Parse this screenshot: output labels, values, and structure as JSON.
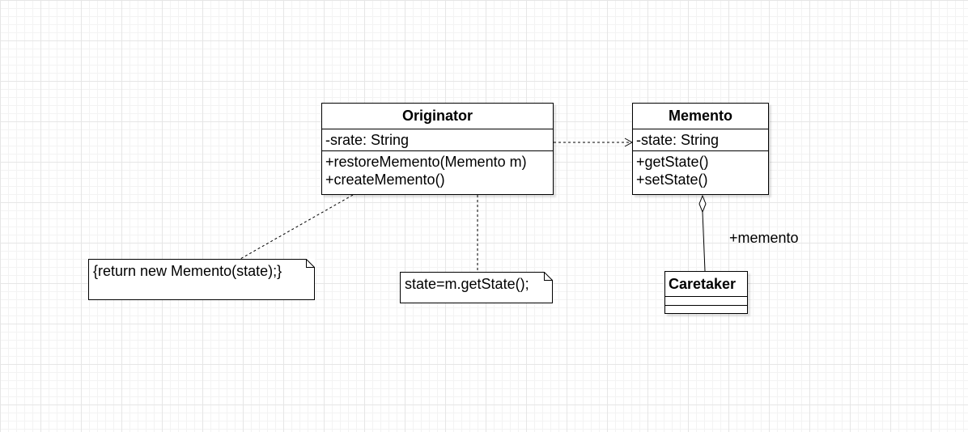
{
  "classes": {
    "originator": {
      "name": "Originator",
      "attributes": [
        "-srate: String"
      ],
      "operations": [
        "+restoreMemento(Memento m)",
        "+createMemento()"
      ]
    },
    "memento": {
      "name": "Memento",
      "attributes": [
        "-state: String"
      ],
      "operations": [
        "+getState()",
        "+setState()"
      ]
    },
    "caretaker": {
      "name": "Caretaker"
    }
  },
  "notes": {
    "create_memento": "{return new Memento(state);}",
    "restore_memento": "state=m.getState();"
  },
  "associations": {
    "caretaker_memento_role": "+memento"
  },
  "colors": {
    "line": "#000000",
    "background": "#ffffff",
    "grid": "#e6e6e6"
  }
}
